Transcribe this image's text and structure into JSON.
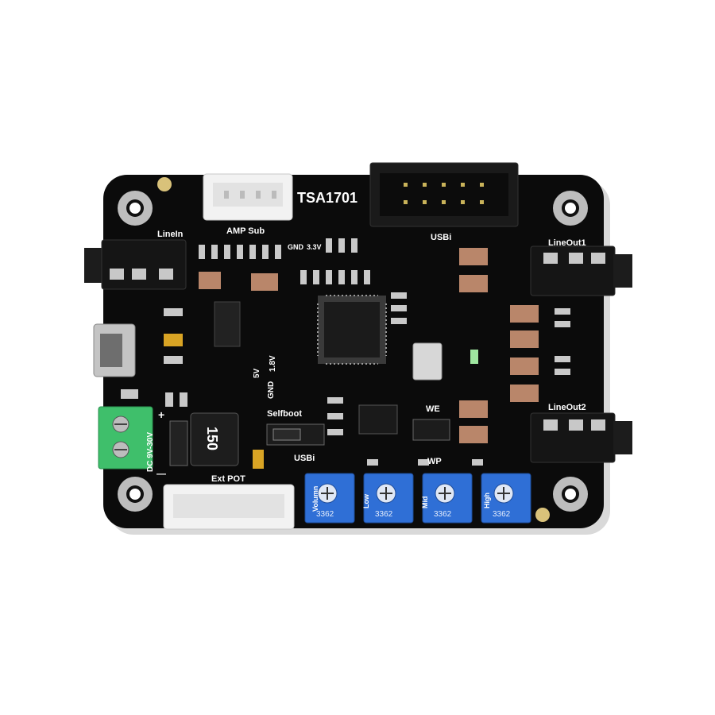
{
  "board": {
    "title": "TSA1701",
    "labels": {
      "amp_sub": "AMP Sub",
      "line_in": "LineIn",
      "usbi_top": "USBi",
      "line_out1": "LineOut1",
      "line_out2": "LineOut2",
      "gnd": "GND",
      "v33": "3.3V",
      "v5": "5V",
      "v18": "1.8V",
      "gnd2": "GND",
      "selfboot": "Selfboot",
      "usbi_bottom": "USBi",
      "we": "WE",
      "wp": "WP",
      "dc": "DC 9V-30V",
      "plus": "+",
      "minus": "—",
      "ext_pot": "Ext POT",
      "inductor": "150"
    },
    "pots": [
      {
        "label": "Volumn",
        "code": "3362"
      },
      {
        "label": "Low",
        "code": "3362"
      },
      {
        "label": "Mid",
        "code": "3362"
      },
      {
        "label": "High",
        "code": "3362"
      }
    ]
  },
  "colors": {
    "background": "#ffffff",
    "pcb": "#0b0b0b",
    "pot_blue": "#2f6fd6",
    "terminal_green": "#3fbf6b",
    "connector_white": "#f2f2f2",
    "gold": "#d9c27a"
  }
}
